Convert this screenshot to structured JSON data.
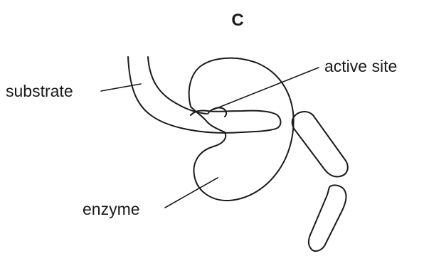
{
  "diagram": {
    "title": "C",
    "labels": {
      "substrate": "substrate",
      "active_site": "active site",
      "enzyme": "enzyme"
    }
  }
}
